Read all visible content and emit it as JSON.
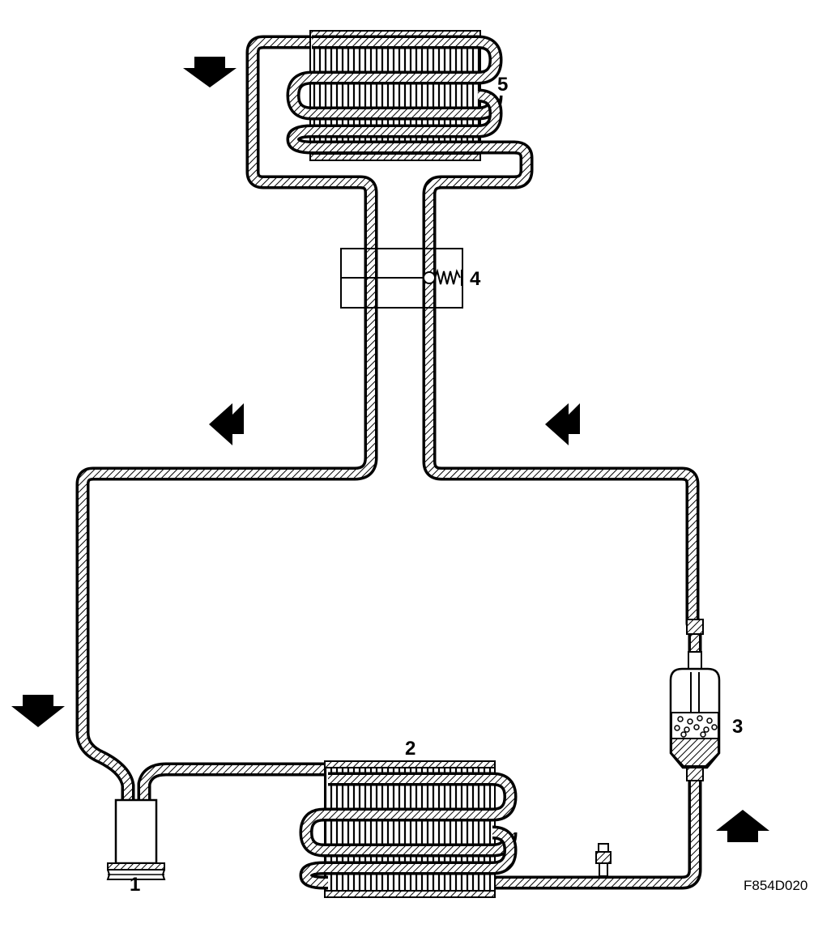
{
  "labels": {
    "compressor": "1",
    "condenser": "2",
    "receiver_dryer": "3",
    "expansion_valve": "4",
    "evaporator": "5"
  },
  "figure_code": "F854D020",
  "colors": {
    "line": "#000000",
    "background": "#ffffff"
  },
  "flow_arrows": [
    {
      "name": "arrow-top-left",
      "direction": "down"
    },
    {
      "name": "arrow-mid-left",
      "direction": "left"
    },
    {
      "name": "arrow-mid-right",
      "direction": "left"
    },
    {
      "name": "arrow-bottom-left",
      "direction": "down"
    },
    {
      "name": "arrow-bottom-right",
      "direction": "up"
    }
  ]
}
